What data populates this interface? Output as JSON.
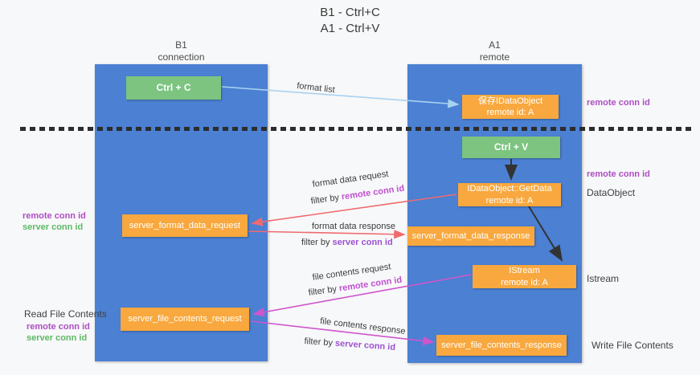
{
  "title": {
    "line1": "B1 - Ctrl+C",
    "line2": "A1 - Ctrl+V"
  },
  "lanes": {
    "left": {
      "name": "B1",
      "role": "connection"
    },
    "right": {
      "name": "A1",
      "role": "remote"
    }
  },
  "nodes": {
    "ctrl_c": {
      "label": "Ctrl + C"
    },
    "ctrl_v": {
      "label": "Ctrl + V"
    },
    "save_dataobject": {
      "line1": "保存IDataObject",
      "line2": "remote id: A"
    },
    "getdata": {
      "line1": "IDataObject::GetData",
      "line2": "remote id: A"
    },
    "istream": {
      "line1": "IStream",
      "line2": "remote id: A"
    },
    "server_format_data_request": {
      "label": "server_format_data_request"
    },
    "server_format_data_response": {
      "label": "server_format_data_response"
    },
    "server_file_contents_request": {
      "label": "server_file_contents_request"
    },
    "server_file_contents_response": {
      "label": "server_file_contents_response"
    }
  },
  "annotations": {
    "right_remote_conn_top": "remote conn id",
    "right_remote_conn_mid": "remote conn id",
    "dataobject": "DataObject",
    "istream": "Istream",
    "write_file_contents": "Write File Contents",
    "left_remote_conn_mid": "remote conn id",
    "left_server_conn_mid": "server conn id",
    "read_file_contents": "Read File Contents",
    "left_remote_conn_bottom": "remote conn id",
    "left_server_conn_bottom": "server conn id"
  },
  "flow_labels": {
    "format_list": "format list",
    "format_data_request": "format data request",
    "format_data_request_filter_prefix": "filter by ",
    "format_data_request_filter_key": "remote conn id",
    "format_data_response": "format data response",
    "format_data_response_filter_prefix": "filter by ",
    "format_data_response_filter_key": "server conn id",
    "file_contents_request": "file contents request",
    "file_contents_request_filter_prefix": "filter by ",
    "file_contents_request_filter_key": "remote conn id",
    "file_contents_response": "file contents response",
    "file_contents_response_filter_prefix": "filter by ",
    "file_contents_response_filter_key": "server conn id"
  },
  "colors": {
    "lane_blue": "#4b80d3",
    "node_green": "#7cc480",
    "node_orange": "#f8a83e",
    "arrow_light_blue": "#a9d2f1",
    "arrow_red": "#ef6a6e",
    "arrow_magenta": "#cf55cd",
    "arrow_black": "#333333",
    "remote_conn_purple": "#ae4ec4",
    "server_conn_purple": "#9c52d0",
    "server_conn_green": "#5cb964",
    "text_dark": "#3f3f3f"
  }
}
